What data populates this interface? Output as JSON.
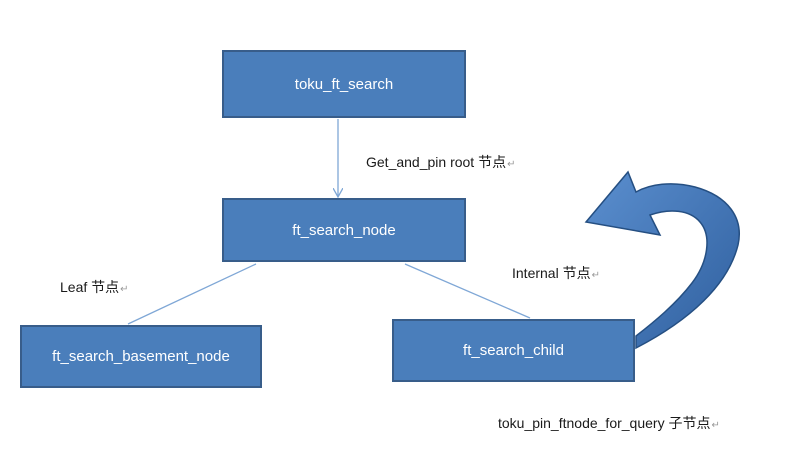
{
  "nodes": {
    "root": "toku_ft_search",
    "search_node": "ft_search_node",
    "basement": "ft_search_basement_node",
    "child": "ft_search_child"
  },
  "edge_labels": {
    "get_and_pin": "Get_and_pin root 节点",
    "leaf": "Leaf 节点",
    "internal": "Internal 节点",
    "pin_ftnode": "toku_pin_ftnode_for_query 子节点"
  },
  "colors": {
    "node_fill": "#4a7ebb",
    "node_border": "#385d8a",
    "connector": "#7fa7d6",
    "loop_arrow_fill": "#3f74b5",
    "loop_arrow_stroke": "#254f82"
  }
}
